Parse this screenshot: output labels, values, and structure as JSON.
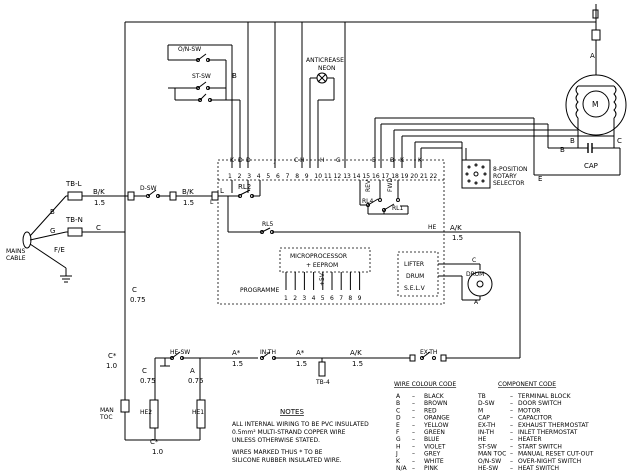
{
  "labels": {
    "on_sw": "O/N-SW",
    "st_sw": "ST-SW",
    "anticrease": "ANTICREASE",
    "neon": "NEON",
    "motor_m": "M",
    "cap": "CAP",
    "selector_1": "8-POSITION",
    "selector_2": "ROTARY",
    "selector_3": "SELECTOR",
    "tb_l": "TB-L",
    "tb_n": "TB-N",
    "d_sw": "D-SW",
    "rl2": "RL2",
    "rl4": "RL4",
    "rl1": "RL1",
    "rl5": "RL5",
    "rev": "REV",
    "fwd": "FWD",
    "he": "HE",
    "micro_1": "MICROPROCESSOR",
    "micro_2": "+ EEPROM",
    "programme": "PROGRAMME",
    "lifter": "LIFTER",
    "drum": "DRUM",
    "selv": "S.E.L.V",
    "drum_motor": "DRUM",
    "mains_1": "MAINS",
    "mains_2": "CABLE",
    "he_sw": "HE-SW",
    "in_th": "IN-TH",
    "ex_th": "EX-TH",
    "tb_4": "TB-4",
    "man_toc_1": "MAN",
    "man_toc_2": "TOC",
    "he1": "HE1",
    "he2": "HE2",
    "w_bk15a": "B/K",
    "w_15a": "1.5",
    "w_bk15b": "B/K",
    "w_15b": "1.5",
    "w_ak1": "A/K",
    "w_ak1v": "1.5",
    "w_c075": "C",
    "w_c075v": "0.75",
    "w_cstar": "C*",
    "w_cstar_v": "1.0",
    "w_astar1": "A*",
    "w_astar1v": "1.5",
    "w_astar2": "A*",
    "w_astar2v": "1.5",
    "w_ak2": "A/K",
    "w_ak2v": "1.5",
    "w_cstar2": "C*",
    "w_cstar2v": "1.0",
    "w_c_he": "C",
    "w_c_hev": "0.75",
    "w_a_he": "A",
    "w_a_hev": "0.75",
    "w_b": "B",
    "w_g": "G",
    "w_c": "C",
    "w_fe": "F/E",
    "w_bl": "B",
    "w_a": "A",
    "w_b2": "B",
    "w_e": "E",
    "w_e2": "E",
    "w_a2": "A",
    "w_b3": "B",
    "w_c2": "C",
    "w_c3": "C",
    "w_l": "L",
    "w_l2": "L",
    "w_a3": "A",
    "w_b4": "B"
  },
  "top_letters": [
    "K",
    "D",
    "D",
    "J",
    "C",
    "H",
    "H",
    "G",
    "E",
    "B",
    "K",
    "K"
  ],
  "terminals": [
    "1",
    "2",
    "3",
    "4",
    "5",
    "6",
    "7",
    "8",
    "9",
    "10",
    "11",
    "12",
    "13",
    "14",
    "15",
    "16",
    "17",
    "18",
    "19",
    "20",
    "21",
    "22"
  ],
  "prog_pins": [
    "1",
    "2",
    "3",
    "4",
    "5",
    "6",
    "7",
    "8",
    "9"
  ],
  "prog_extra": "+5V",
  "notes": {
    "title": "NOTES",
    "line1": "ALL INTERNAL WIRING TO BE PVC INSULATED",
    "line2": "0.5mm² MULTI-STRAND COPPER WIRE",
    "line3": "UNLESS OTHERWISE STATED.",
    "line4": "WIRES MARKED THUS * TO BE",
    "line5": "SILICONE RUBBER INSULATED WIRE."
  },
  "wire_code": {
    "title": "WIRE COLOUR CODE",
    "rows": [
      {
        "code": "A",
        "name": "BLACK"
      },
      {
        "code": "B",
        "name": "BROWN"
      },
      {
        "code": "C",
        "name": "RED"
      },
      {
        "code": "D",
        "name": "ORANGE"
      },
      {
        "code": "E",
        "name": "YELLOW"
      },
      {
        "code": "F",
        "name": "GREEN"
      },
      {
        "code": "G",
        "name": "BLUE"
      },
      {
        "code": "H",
        "name": "VIOLET"
      },
      {
        "code": "J",
        "name": "GREY"
      },
      {
        "code": "K",
        "name": "WHITE"
      },
      {
        "code": "N/A",
        "name": "PINK"
      }
    ]
  },
  "component_code": {
    "title": "COMPONENT CODE",
    "rows": [
      {
        "code": "TB",
        "name": "TERMINAL BLOCK"
      },
      {
        "code": "D-SW",
        "name": "DOOR SWITCH"
      },
      {
        "code": "M",
        "name": "MOTOR"
      },
      {
        "code": "CAP",
        "name": "CAPACITOR"
      },
      {
        "code": "EX-TH",
        "name": "EXHAUST THERMOSTAT"
      },
      {
        "code": "IN-TH",
        "name": "INLET THERMOSTAT"
      },
      {
        "code": "HE",
        "name": "HEATER"
      },
      {
        "code": "ST-SW",
        "name": "START SWITCH"
      },
      {
        "code": "MAN TOC",
        "name": "MANUAL RESET CUT-OUT"
      },
      {
        "code": "O/N-SW",
        "name": "OVER-NIGHT SWITCH"
      },
      {
        "code": "HE-SW",
        "name": "HEAT SWITCH"
      }
    ]
  }
}
